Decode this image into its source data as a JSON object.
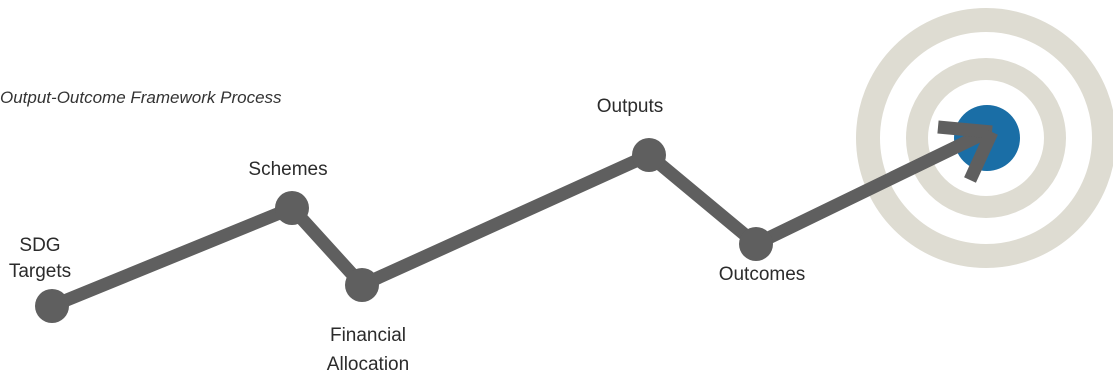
{
  "title": "Output-Outcome Framework Process",
  "steps": [
    {
      "id": "sdg",
      "label_lines": [
        "SDG",
        "Targets"
      ]
    },
    {
      "id": "schemes",
      "label_lines": [
        "Schemes"
      ]
    },
    {
      "id": "financial",
      "label_lines": [
        "Financial",
        "Allocation"
      ]
    },
    {
      "id": "outputs",
      "label_lines": [
        "Outputs"
      ]
    },
    {
      "id": "outcomes",
      "label_lines": [
        "Outcomes"
      ]
    }
  ],
  "target": {
    "icon": "target-icon"
  },
  "colors": {
    "path": "#5f5f5f",
    "ring": "#dedcd2",
    "bullseye": "#1a6ea6",
    "text": "#2b2b2b"
  }
}
